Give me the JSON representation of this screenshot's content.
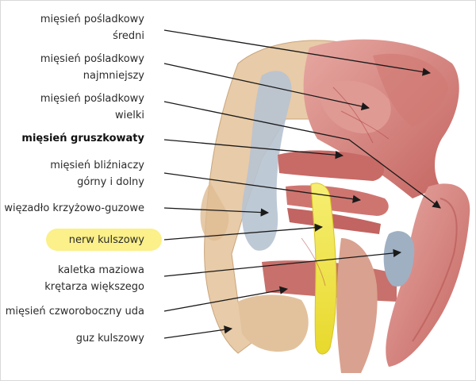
{
  "labels": [
    {
      "id": "gluteus-medius",
      "lines": [
        "mięsień pośladkowy",
        "średni"
      ],
      "bold": false,
      "highlight": false
    },
    {
      "id": "gluteus-minimus",
      "lines": [
        "mięsień pośladkowy",
        "najmniejszy"
      ],
      "bold": false,
      "highlight": false
    },
    {
      "id": "gluteus-maximus",
      "lines": [
        "mięsień pośladkowy",
        "wielki"
      ],
      "bold": false,
      "highlight": false
    },
    {
      "id": "piriformis",
      "lines": [
        "mięsień gruszkowaty"
      ],
      "bold": true,
      "highlight": false
    },
    {
      "id": "gemelli",
      "lines": [
        "mięsień bliźniaczy",
        "górny i dolny"
      ],
      "bold": false,
      "highlight": false
    },
    {
      "id": "sacrotuberous-ligament",
      "lines": [
        "więzadło krzyżowo-guzowe"
      ],
      "bold": false,
      "highlight": false
    },
    {
      "id": "sciatic-nerve",
      "lines": [
        "nerw kulszowy"
      ],
      "bold": false,
      "highlight": true
    },
    {
      "id": "trochanteric-bursa",
      "lines": [
        "kaletka maziowa",
        "krętarza większego"
      ],
      "bold": false,
      "highlight": false
    },
    {
      "id": "quadratus-femoris",
      "lines": [
        "mięsień czworoboczny uda"
      ],
      "bold": false,
      "highlight": false
    },
    {
      "id": "ischial-tuberosity",
      "lines": [
        "guz kulszowy"
      ],
      "bold": false,
      "highlight": false
    }
  ],
  "colors": {
    "muscle": "#d98b86",
    "muscle_dark": "#c45f5c",
    "bone": "#e8c9a6",
    "ligament": "#aab8c8",
    "nerve": "#f2e84a",
    "arrow": "#1a1a1a",
    "highlight": "#fbf089"
  }
}
